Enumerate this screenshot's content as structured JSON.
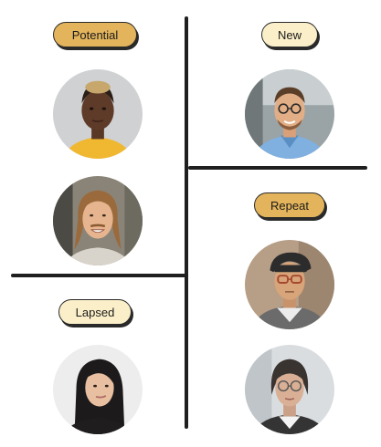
{
  "segments": [
    {
      "label": "Potential",
      "style": "dark",
      "portrait": "woman-yellow-top-portrait",
      "portrait2": "man-long-hair-portrait"
    },
    {
      "label": "New",
      "style": "light",
      "portrait": "man-glasses-blue-shirt-portrait"
    },
    {
      "label": "Repeat",
      "style": "dark",
      "portrait": "man-hat-glasses-portrait"
    },
    {
      "label": "Lapsed",
      "style": "light",
      "portrait": "woman-long-black-hair-portrait"
    },
    {
      "portrait": "older-woman-glasses-portrait"
    }
  ],
  "colors": {
    "dark_pill": "#e3b45c",
    "light_pill": "#fbefc9",
    "divider": "#1f1f1f"
  }
}
